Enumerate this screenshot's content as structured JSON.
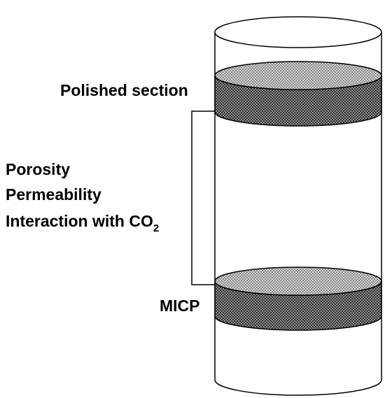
{
  "labels": {
    "top_section": "Polished section",
    "bottom_section": "MICP",
    "analyses": [
      "Porosity",
      "Permeability",
      "Interaction with CO"
    ],
    "co2_subscript": "2"
  },
  "colors": {
    "outline": "#000000",
    "background": "#ffffff",
    "disc_top_face": "#b8b8b8",
    "disc_side_band": "#5e5e5e"
  },
  "icons": {
    "specimen": "cylinder-core-icon",
    "bracket": "bracket-connector"
  }
}
